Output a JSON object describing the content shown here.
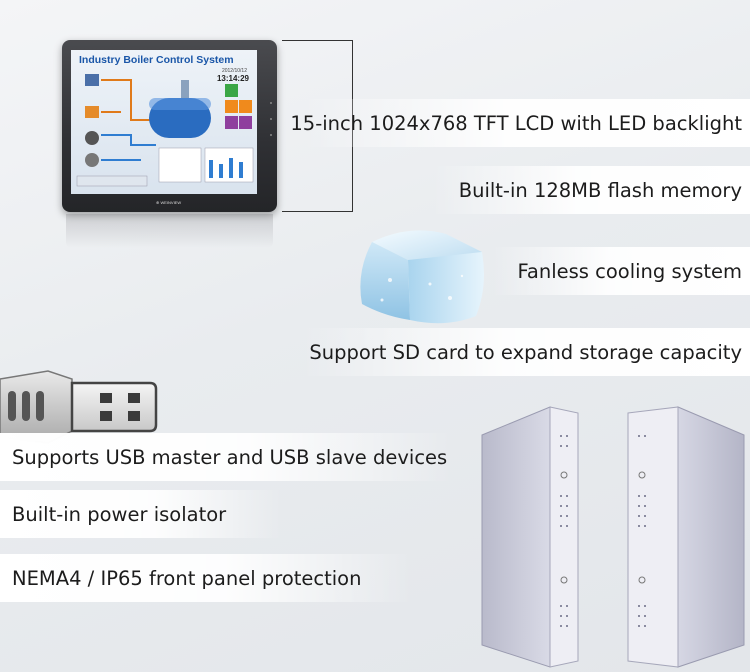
{
  "features": [
    {
      "id": "lcd",
      "text": "15-inch 1024x768 TFT LCD with LED backlight"
    },
    {
      "id": "flash",
      "text": "Built-in 128MB flash memory"
    },
    {
      "id": "fanless",
      "text": "Fanless cooling system"
    },
    {
      "id": "sd",
      "text": "Support SD card to expand storage capacity"
    },
    {
      "id": "usb",
      "text": "Supports USB master and USB slave devices"
    },
    {
      "id": "power",
      "text": "Built-in power isolator"
    },
    {
      "id": "nema",
      "text": "NEMA4 / IP65 front panel protection"
    }
  ],
  "hmi_screen": {
    "title": "Industry Boiler Control System",
    "date": "2012/10/12",
    "time": "13:14:29"
  },
  "colors": {
    "accent_blue": "#1a56a8",
    "green": "#3aa645",
    "orange": "#f08a1c",
    "purple": "#8f3f9e"
  },
  "icons": [
    "usb-connector-icon",
    "ice-cube-icon",
    "hmi-device-image",
    "enclosure-image"
  ]
}
